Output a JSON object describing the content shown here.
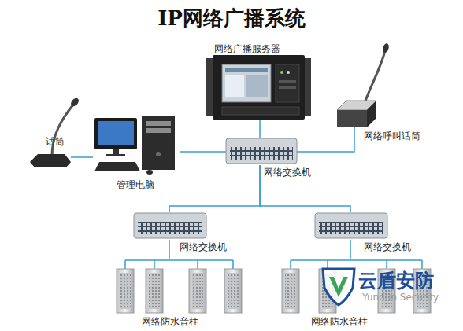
{
  "diagram": {
    "title": "IP网络广播系统",
    "nodes": [
      {
        "text": [
          "网络广播服务器"
        ]
      },
      {
        "text": [
          "话筒"
        ]
      },
      {
        "text": [
          "管理电脑"
        ]
      },
      {
        "text": [
          "网络呼叫话筒"
        ]
      },
      {
        "text": [
          "网络交换机"
        ]
      },
      {
        "text": [
          "网络交换机"
        ]
      },
      {
        "text": [
          "网络交换机"
        ]
      },
      {
        "text": [
          "网络防水音柱"
        ]
      },
      {
        "text": [
          "网络防水音柱"
        ]
      }
    ],
    "edges": [
      {
        "from": 0,
        "to": 4,
        "arrow": "none"
      },
      {
        "from": 1,
        "to": 2,
        "arrow": "none"
      },
      {
        "from": 2,
        "to": 4,
        "arrow": "none"
      },
      {
        "from": 3,
        "to": 4,
        "arrow": "none"
      },
      {
        "from": 4,
        "to": 5,
        "arrow": "none"
      },
      {
        "from": 4,
        "to": 6,
        "arrow": "none"
      },
      {
        "from": 5,
        "to": 7,
        "arrow": "none"
      },
      {
        "from": 6,
        "to": 8,
        "arrow": "none"
      }
    ],
    "labels": [
      "云盾安防",
      "Yundun Security"
    ]
  }
}
